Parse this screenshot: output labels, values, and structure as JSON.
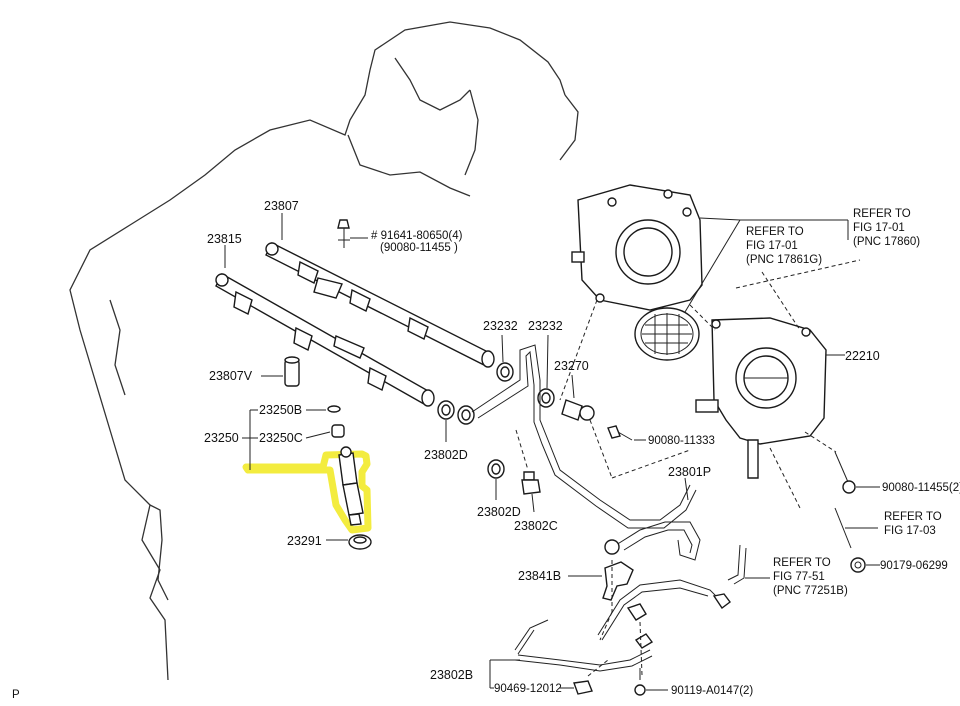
{
  "labels": {
    "p23807": "23807",
    "p23815": "23815",
    "p91641": "#  91641-80650(4)",
    "p90080_alt": "(90080-11455  )",
    "p23807V": "23807V",
    "p23250B": "23250B",
    "p23250": "23250",
    "p23250C": "23250C",
    "p23291": "23291",
    "p23232": "23232",
    "p23270": "23270",
    "p23802D": "23802D",
    "p23802C": "23802C",
    "p90080_11333": "90080-11333",
    "p23801P": "23801P",
    "p23841B": "23841B",
    "p23802B": "23802B",
    "p90469": "90469-12012",
    "p90119": "90119-A0147(2)",
    "p22210": "22210",
    "p90080_11455": "90080-11455(2)",
    "p90179": "90179-06299",
    "page_marker": "P"
  },
  "refs": {
    "fig17_01_17860": [
      "REFER TO",
      "FIG  17-01",
      "(PNC 17860)"
    ],
    "fig17_01_17861G": [
      "REFER TO",
      "FIG  17-01",
      "(PNC 17861G)"
    ],
    "fig17_03": [
      "REFER TO",
      "FIG  17-03"
    ],
    "fig77_51": [
      "REFER TO",
      "FIG  77-51",
      "(PNC 77251B)"
    ]
  },
  "highlight": {
    "part": "23250",
    "color": "#f2ea2a"
  }
}
